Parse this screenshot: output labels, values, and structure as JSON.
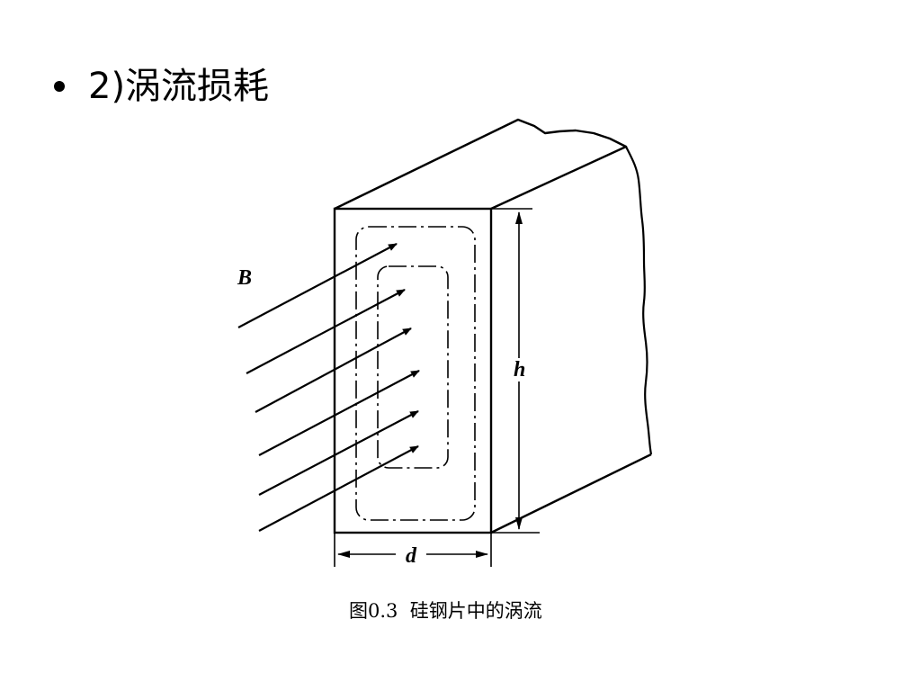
{
  "slide": {
    "bullet_text": "2)涡流损耗"
  },
  "diagram": {
    "label_B": "B",
    "label_h": "h",
    "label_d": "d",
    "caption": "图0.3  硅钢片中的涡流"
  }
}
